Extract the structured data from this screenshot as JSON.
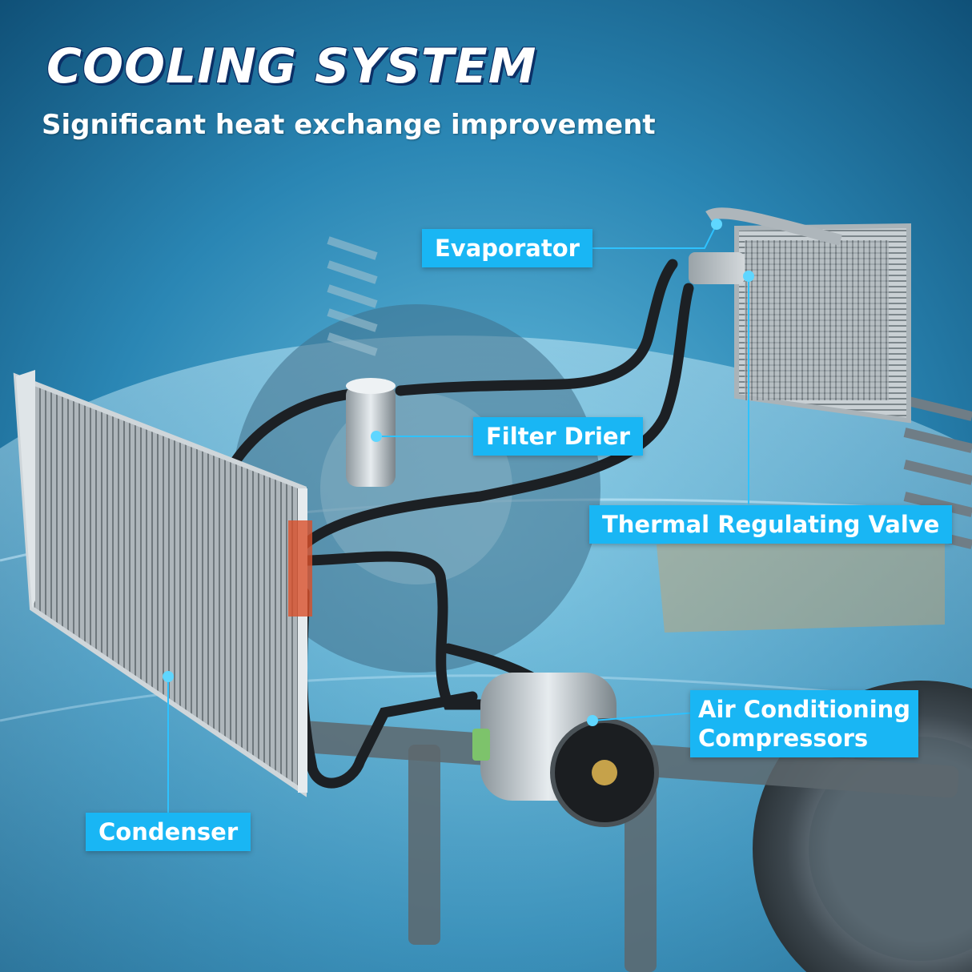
{
  "headline": "COOLING SYSTEM",
  "subheadline": "Significant heat exchange improvement",
  "callouts": {
    "evaporator": "Evaporator",
    "filter_drier": "Filter Drier",
    "thermal_valve": "Thermal Regulating Valve",
    "compressor_line1": "Air Conditioning",
    "compressor_line2": "Compressors",
    "condenser": "Condenser"
  },
  "colors": {
    "background": "#1d6f99",
    "callout": "#19b6f4",
    "headline_text": "#ffffff",
    "headline_outline": "#0b2f66"
  }
}
